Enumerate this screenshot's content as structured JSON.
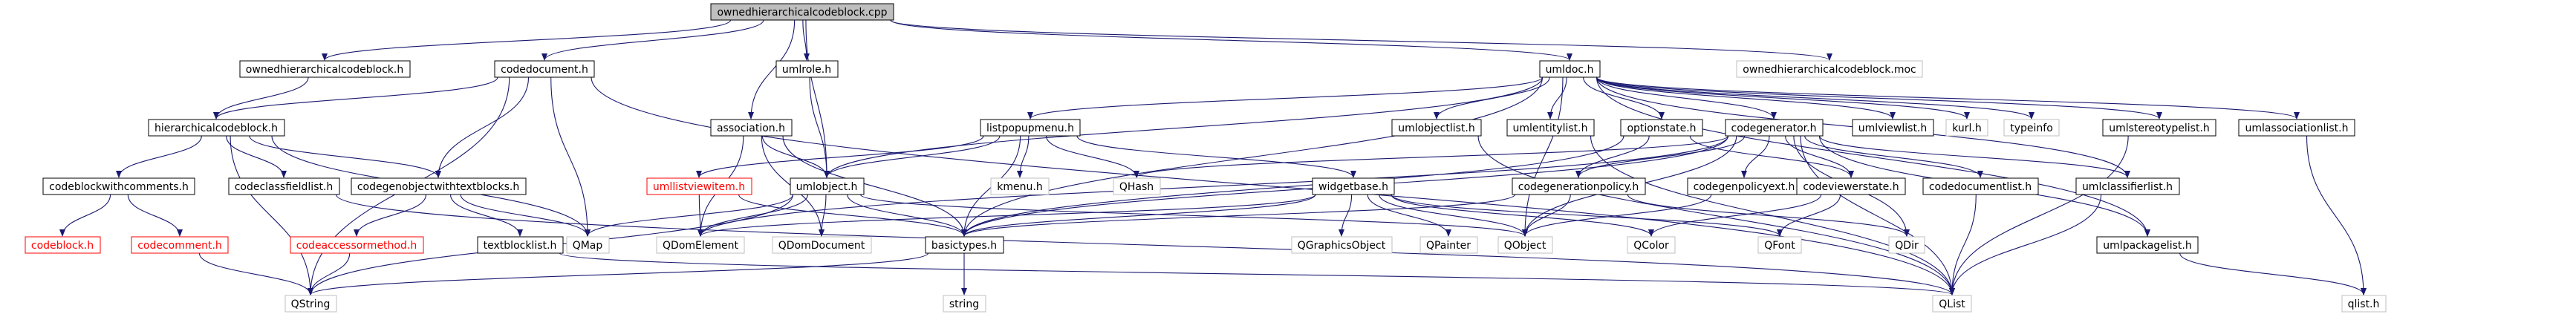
{
  "diagram": {
    "nodes": [
      {
        "id": "root",
        "label": "ownedhierarchicalcodeblock.cpp",
        "style": "root"
      },
      {
        "id": "ohcbh",
        "label": "ownedhierarchicalcodeblock.h",
        "style": "normal"
      },
      {
        "id": "cdoc",
        "label": "codedocument.h",
        "style": "normal"
      },
      {
        "id": "urole",
        "label": "umlrole.h",
        "style": "normal"
      },
      {
        "id": "udoc",
        "label": "umldoc.h",
        "style": "normal"
      },
      {
        "id": "ohcbmoc",
        "label": "ownedhierarchicalcodeblock.moc",
        "style": "light"
      },
      {
        "id": "hcb",
        "label": "hierarchicalcodeblock.h",
        "style": "normal"
      },
      {
        "id": "assoc",
        "label": "association.h",
        "style": "normal"
      },
      {
        "id": "lpm",
        "label": "listpopupmenu.h",
        "style": "normal"
      },
      {
        "id": "uol",
        "label": "umlobjectlist.h",
        "style": "normal"
      },
      {
        "id": "uel",
        "label": "umlentitylist.h",
        "style": "normal"
      },
      {
        "id": "ost",
        "label": "optionstate.h",
        "style": "normal"
      },
      {
        "id": "cgen",
        "label": "codegenerator.h",
        "style": "normal"
      },
      {
        "id": "uvl",
        "label": "umlviewlist.h",
        "style": "normal"
      },
      {
        "id": "kurl",
        "label": "kurl.h",
        "style": "light"
      },
      {
        "id": "tinfo",
        "label": "typeinfo",
        "style": "light"
      },
      {
        "id": "ustl",
        "label": "umlstereotypelist.h",
        "style": "normal"
      },
      {
        "id": "uassl",
        "label": "umlassociationlist.h",
        "style": "normal"
      },
      {
        "id": "cbwc",
        "label": "codeblockwithcomments.h",
        "style": "normal"
      },
      {
        "id": "ccfl",
        "label": "codeclassfieldlist.h",
        "style": "normal"
      },
      {
        "id": "cgwtb",
        "label": "codegenobjectwithtextblocks.h",
        "style": "normal"
      },
      {
        "id": "ulvi",
        "label": "umllistviewitem.h",
        "style": "red"
      },
      {
        "id": "uobj",
        "label": "umlobject.h",
        "style": "normal"
      },
      {
        "id": "kmenu",
        "label": "kmenu.h",
        "style": "light"
      },
      {
        "id": "qhash",
        "label": "QHash",
        "style": "light"
      },
      {
        "id": "cgp",
        "label": "codegenerationpolicy.h",
        "style": "normal"
      },
      {
        "id": "cgpe",
        "label": "codegenpolicyext.h",
        "style": "normal"
      },
      {
        "id": "cvs",
        "label": "codeviewerstate.h",
        "style": "normal"
      },
      {
        "id": "cdl",
        "label": "codedocumentlist.h",
        "style": "normal"
      },
      {
        "id": "ucl",
        "label": "umlclassifierlist.h",
        "style": "normal"
      },
      {
        "id": "cb",
        "label": "codeblock.h",
        "style": "red"
      },
      {
        "id": "cc",
        "label": "codecomment.h",
        "style": "red"
      },
      {
        "id": "cam",
        "label": "codeaccessormethod.h",
        "style": "red"
      },
      {
        "id": "tbl",
        "label": "textblocklist.h",
        "style": "normal"
      },
      {
        "id": "qmap",
        "label": "QMap",
        "style": "light"
      },
      {
        "id": "qdel",
        "label": "QDomElement",
        "style": "light"
      },
      {
        "id": "qddoc",
        "label": "QDomDocument",
        "style": "light"
      },
      {
        "id": "wbase",
        "label": "widgetbase.h",
        "style": "normal"
      },
      {
        "id": "btypes",
        "label": "basictypes.h",
        "style": "normal"
      },
      {
        "id": "qgo",
        "label": "QGraphicsObject",
        "style": "light"
      },
      {
        "id": "qpainter",
        "label": "QPainter",
        "style": "light"
      },
      {
        "id": "qobject",
        "label": "QObject",
        "style": "light"
      },
      {
        "id": "qcolor",
        "label": "QColor",
        "style": "light"
      },
      {
        "id": "qfont",
        "label": "QFont",
        "style": "light"
      },
      {
        "id": "qdir",
        "label": "QDir",
        "style": "light"
      },
      {
        "id": "upkg",
        "label": "umlpackagelist.h",
        "style": "normal"
      },
      {
        "id": "qstring",
        "label": "QString",
        "style": "light"
      },
      {
        "id": "qlist",
        "label": "QList",
        "style": "light"
      },
      {
        "id": "string",
        "label": "string",
        "style": "light"
      },
      {
        "id": "qlisth",
        "label": "qlist.h",
        "style": "light"
      }
    ],
    "edge_color": "#191970",
    "colors": {
      "root_fill": "#bfbfbf",
      "border": "#000000",
      "external_border": "#bfbfbf",
      "missing_border": "#ff0000"
    }
  }
}
